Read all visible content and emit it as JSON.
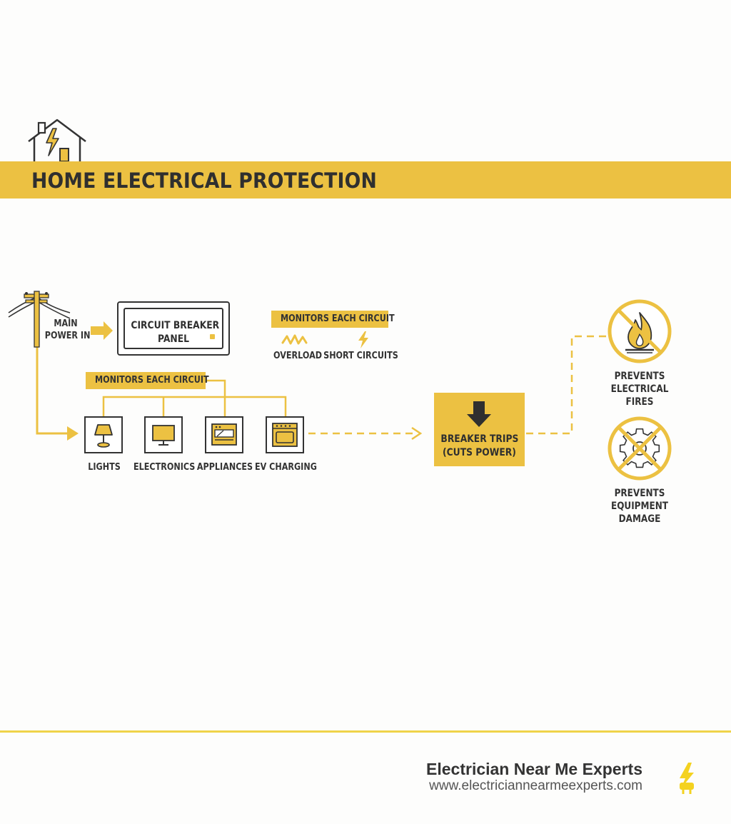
{
  "title": "HOME ELECTRICAL PROTECTION",
  "source": {
    "label_line1": "MAIN",
    "label_line2": "POWER IN"
  },
  "panel": {
    "line1": "CIRCUIT BREAKER",
    "line2": "PANEL"
  },
  "monitor_top": {
    "label": "MONITORS EACH CIRCUIT",
    "conditions": [
      {
        "label": "OVERLOAD",
        "icon": "zigzag-icon"
      },
      {
        "label": "SHORT CIRCUITS",
        "icon": "lightning-icon"
      }
    ]
  },
  "monitor_bottom": {
    "label": "MONITORS EACH CIRCUIT"
  },
  "devices": [
    {
      "label": "LIGHTS",
      "icon": "lamp-icon"
    },
    {
      "label": "ELECTRONICS",
      "icon": "monitor-icon"
    },
    {
      "label": "APPLIANCES",
      "icon": "microwave-icon"
    },
    {
      "label": "EV CHARGING",
      "icon": "oven-icon"
    }
  ],
  "breaker": {
    "line1": "BREAKER TRIPS",
    "line2": "(CUTS POWER)",
    "icon": "down-arrow-icon"
  },
  "outcomes": [
    {
      "line1": "PREVENTS",
      "line2": "ELECTRICAL",
      "line3": "FIRES",
      "icon": "no-fire-icon"
    },
    {
      "line1": "PREVENTS",
      "line2": "EQUIPMENT",
      "line3": "DAMAGE",
      "icon": "no-gear-icon"
    }
  ],
  "footer": {
    "brand": "Electrician Near Me Experts",
    "url": "www.electriciannearmeexperts.com",
    "logo_icon": "plug-bolt-icon"
  },
  "colors": {
    "accent": "#ecc142",
    "ink": "#333333",
    "background": "#fdfdfc"
  }
}
